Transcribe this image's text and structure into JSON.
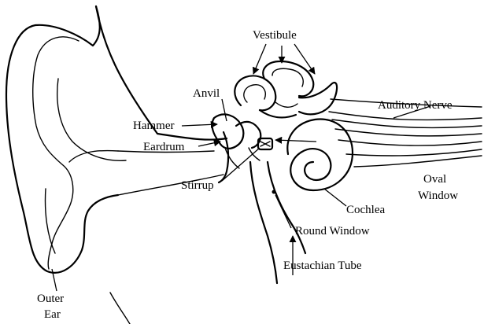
{
  "labels": {
    "vestibule": "Vestibule",
    "anvil": "Anvil",
    "auditory_nerve": "Auditory Nerve",
    "hammer": "Hammer",
    "eardrum": "Eardrum",
    "stirrup": "Stirrup",
    "oval_window_line1": "Oval",
    "oval_window_line2": "Window",
    "cochlea": "Cochlea",
    "round_window": "Round Window",
    "eustachian_tube": "Eustachian Tube",
    "outer_ear_line1": "Outer",
    "outer_ear_line2": "Ear"
  }
}
